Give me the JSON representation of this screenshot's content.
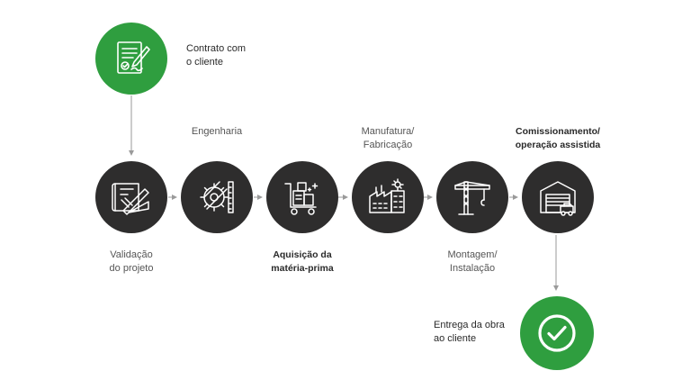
{
  "diagram": {
    "accent_green": "#2f9e3f",
    "node_dark": "#2e2d2d",
    "connector_color": "#9a9a9a",
    "start": {
      "label": "Contrato com\no cliente",
      "icon": "contract-signature-icon"
    },
    "steps": [
      {
        "id": "validacao",
        "label": "Validação\ndo projeto",
        "icon": "blueprint-icon"
      },
      {
        "id": "engenharia",
        "label": "Engenharia",
        "icon": "engineering-gear-icon"
      },
      {
        "id": "aquisicao",
        "label": "Aquisição da\nmatéria-prima",
        "icon": "material-cart-icon"
      },
      {
        "id": "manufatura",
        "label": "Manufatura/\nFabricação",
        "icon": "factory-icon"
      },
      {
        "id": "montagem",
        "label": "Montagem/\nInstalação",
        "icon": "crane-icon"
      },
      {
        "id": "comissionamento",
        "label": "Comissionamento/\noperação assistida",
        "icon": "warehouse-icon"
      }
    ],
    "end": {
      "label": "Entrega da obra\nao cliente",
      "icon": "check-circle-icon"
    }
  }
}
